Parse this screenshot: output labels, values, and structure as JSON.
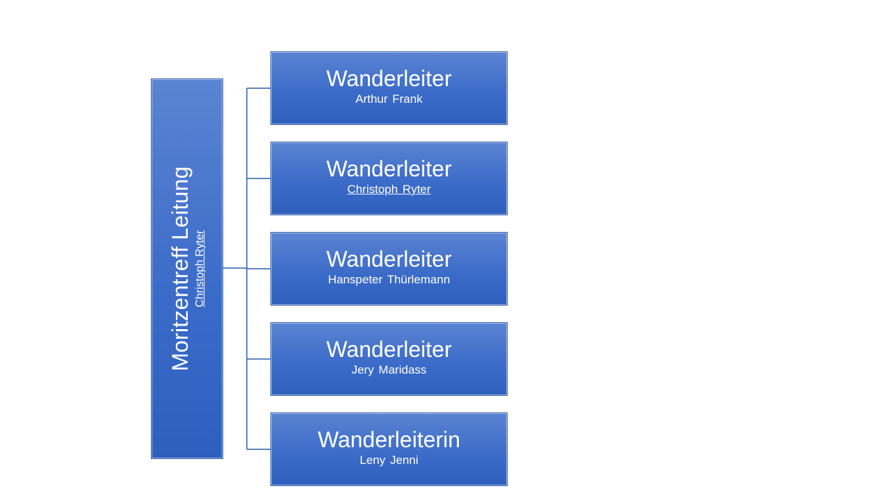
{
  "root": {
    "title": "Moritzentreff Leitung",
    "subtitle": "Christoph Ryter"
  },
  "children": [
    {
      "title": "Wanderleiter",
      "name": "Arthur  Frank",
      "underline": false
    },
    {
      "title": "Wanderleiter",
      "name": "Christoph Ryter",
      "underline": true
    },
    {
      "title": "Wanderleiter",
      "name": "Hanspeter  Thürlemann",
      "underline": false
    },
    {
      "title": "Wanderleiter",
      "name": "Jery Maridass",
      "underline": false
    },
    {
      "title": "Wanderleiterin",
      "name": "Leny Jenni",
      "underline": false
    }
  ],
  "colors": {
    "box_fill": "#3c6cc9",
    "connector": "#2d5aa8",
    "text": "#ffffff"
  }
}
